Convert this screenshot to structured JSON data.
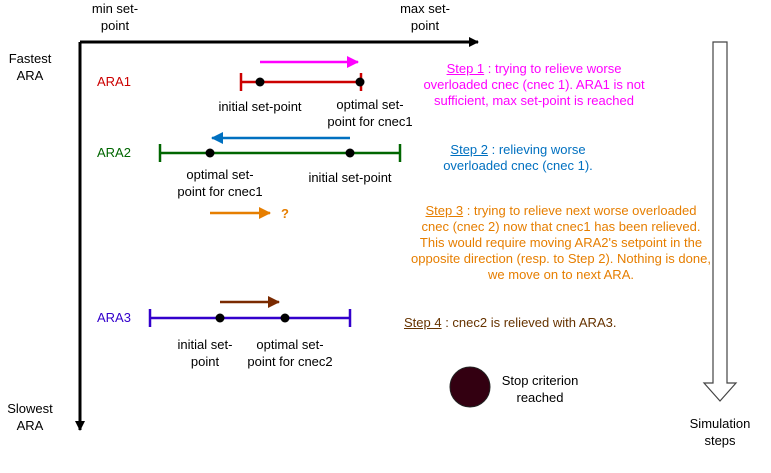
{
  "axes": {
    "min_label_1": "min set-",
    "min_label_2": "point",
    "max_label_1": "max set-",
    "max_label_2": "point",
    "fastest_1": "Fastest",
    "fastest_2": "ARA",
    "slowest_1": "Slowest",
    "slowest_2": "ARA",
    "simulation_1": "Simulation",
    "simulation_2": "steps"
  },
  "aras": {
    "ara1": {
      "label": "ARA1",
      "color": "#cc0000",
      "point_a_1": "initial set-point",
      "point_b_1": "optimal set-",
      "point_b_2": "point for cnec1",
      "arrow_color": "#ff00ff"
    },
    "ara2": {
      "label": "ARA2",
      "color": "#006600",
      "point_a_1": "optimal set-",
      "point_a_2": "point for cnec1",
      "point_b_1": "initial set-point",
      "arrow_color": "#0070c0"
    },
    "ara2_step3": {
      "question": "?",
      "arrow_color": "#e67e00"
    },
    "ara3": {
      "label": "ARA3",
      "color": "#3300cc",
      "point_a_1": "initial set-",
      "point_a_2": "point",
      "point_b_1": "optimal set-",
      "point_b_2": "point for cnec2",
      "arrow_color": "#7a2a00"
    }
  },
  "steps": {
    "step1": {
      "title": "Step 1",
      "text": " : trying to relieve worse overloaded cnec (cnec 1). ARA1 is not sufficient, max set-point is reached",
      "color": "#ff00ff"
    },
    "step2": {
      "title": "Step 2",
      "text": " : relieving worse overloaded cnec (cnec 1).",
      "color": "#0070c0"
    },
    "step3": {
      "title": "Step 3",
      "text": " : trying to relieve next worse overloaded cnec (cnec 2) now that cnec1 has been relieved. This would require moving ARA2's setpoint in the opposite direction (resp. to Step 2). Nothing is done, we move on to next ARA.",
      "color": "#e67e00"
    },
    "step4": {
      "title": "Step 4",
      "text": " : cnec2 is relieved with ARA3.",
      "color": "#663300"
    }
  },
  "stop": {
    "text_1": "Stop criterion",
    "text_2": "reached",
    "color": "#330011"
  }
}
